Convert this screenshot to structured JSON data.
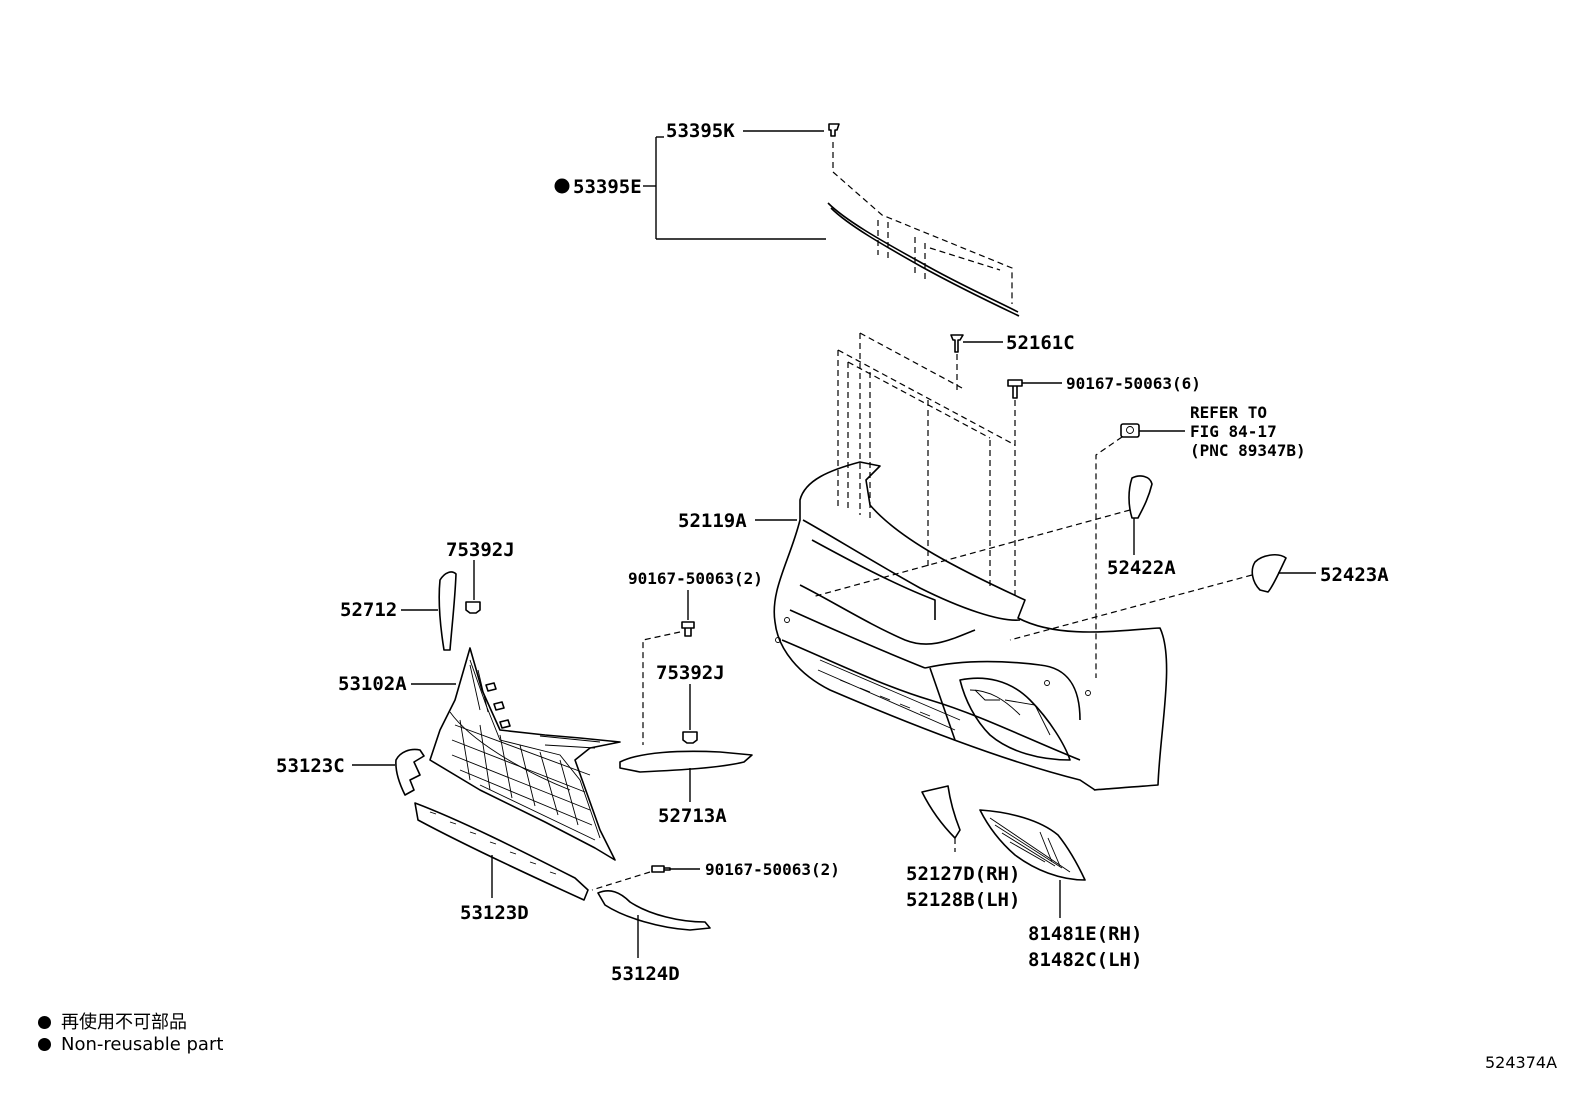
{
  "labels": {
    "p53395K": "53395K",
    "p53395E": "53395E",
    "p52161C": "52161C",
    "p90167_6": "90167-50063(6)",
    "refer1": "REFER TO",
    "refer2": "FIG 84-17",
    "refer3": "(PNC 89347B)",
    "p52119A": "52119A",
    "p52422A": "52422A",
    "p52423A": "52423A",
    "p75392J_a": "75392J",
    "p52712": "52712",
    "p90167_2a": "90167-50063(2)",
    "p53102A": "53102A",
    "p75392J_b": "75392J",
    "p53123C": "53123C",
    "p52713A": "52713A",
    "p90167_2b": "90167-50063(2)",
    "p52127D": "52127D(RH)",
    "p52128B": "52128B(LH)",
    "p81481E": "81481E(RH)",
    "p81482C": "81482C(LH)",
    "p53123D": "53123D",
    "p53124D": "53124D"
  },
  "legend": {
    "line1": "再使用不可部品",
    "line2": "Non-reusable part"
  },
  "figure_id": "524374A"
}
